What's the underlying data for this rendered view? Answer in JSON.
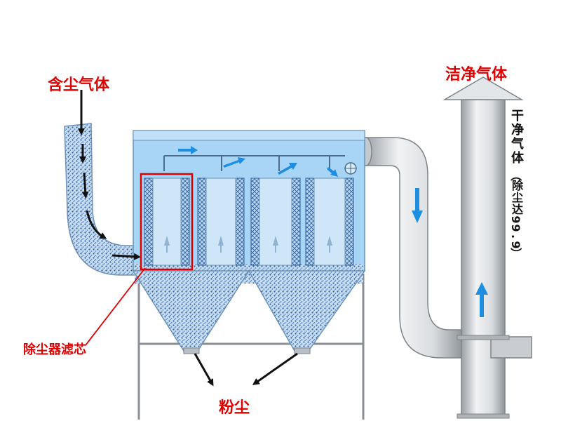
{
  "labels": {
    "dusty_gas": "含尘气体",
    "clean_gas": "洁净气体",
    "clean_gas_vertical_chars": [
      "干",
      "净",
      "气",
      "体"
    ],
    "efficiency_note_chars": [
      "（",
      "除",
      "尘",
      "达",
      "9",
      "9",
      ".",
      "9",
      "）"
    ],
    "filter_cartridge": "除尘器滤芯",
    "dust": "粉尘"
  },
  "colors": {
    "label_red": "#e00000",
    "housing_blue": "#a8d4f5",
    "dust_blue": "#3b72c4",
    "duct_gray": "#d2d6da",
    "flow_arrow_blue": "#1e8fe0",
    "pointer_black": "#111111"
  }
}
